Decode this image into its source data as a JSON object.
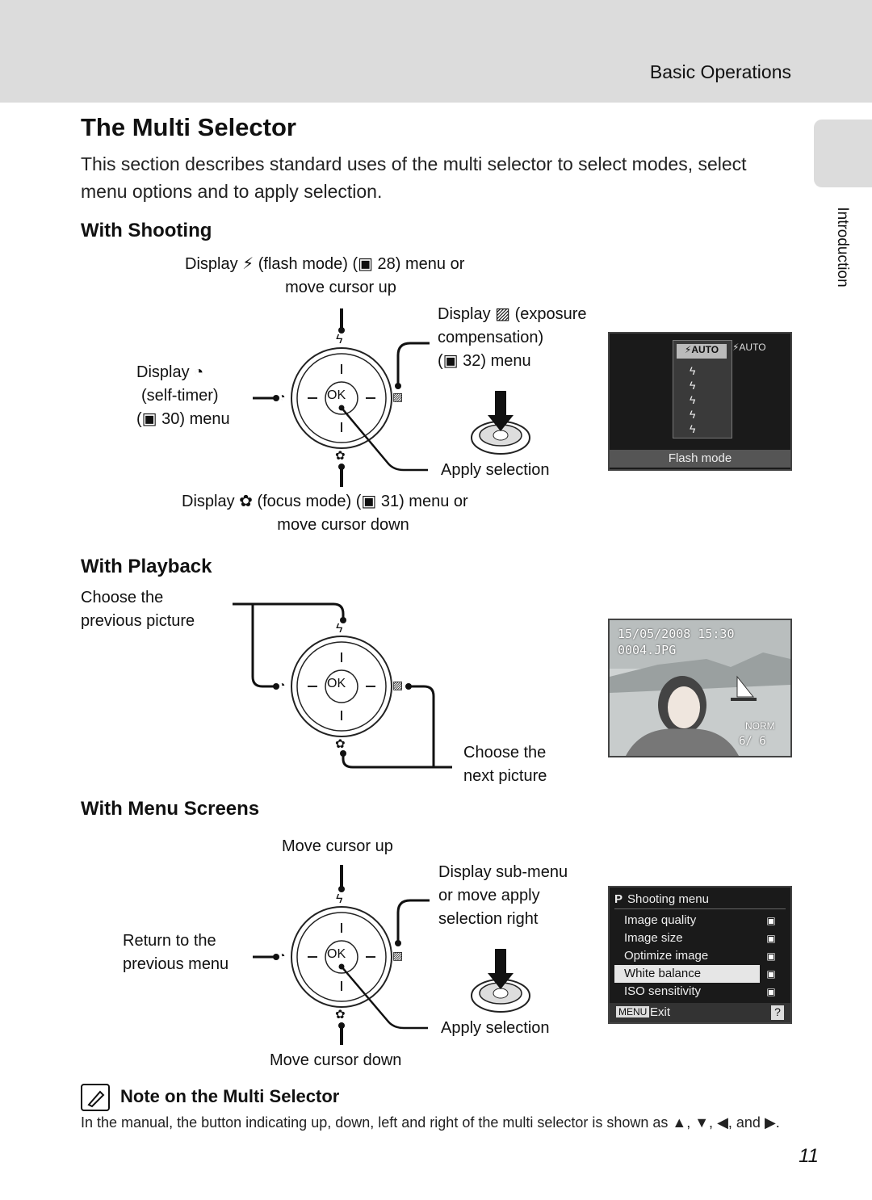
{
  "header": {
    "section": "Basic Operations",
    "side_tab": "Introduction"
  },
  "title": "The Multi Selector",
  "intro": "This section describes standard uses of the multi selector to select modes, select menu options and to apply selection.",
  "shooting": {
    "heading": "With Shooting",
    "top_line1": "Display ⚡ (flash mode) (▣ 28) menu or",
    "top_line2": "move cursor up",
    "right_line1": "Display ▨ (exposure",
    "right_line2": "compensation)",
    "right_line3": "(▣ 32) menu",
    "left_line1": "Display ◔",
    "left_line2": "(self-timer)",
    "left_line3": "(▣ 30) menu",
    "apply": "Apply selection",
    "bottom_line1": "Display ✿ (focus mode) (▣ 31) menu or",
    "bottom_line2": "move cursor down",
    "screen_label": "Flash mode",
    "screen_icon_auto": "⚡AUTO"
  },
  "playback": {
    "heading": "With Playback",
    "prev_line1": "Choose the",
    "prev_line2": "previous picture",
    "next_line1": "Choose the",
    "next_line2": "next picture",
    "screen_date": "15/05/2008 15:30",
    "screen_file": "0004.JPG",
    "screen_count": "6/ 6",
    "screen_quality": "NORM"
  },
  "menu": {
    "heading": "With Menu Screens",
    "up": "Move cursor up",
    "right_line1": "Display sub-menu",
    "right_line2": "or move apply",
    "right_line3": "selection right",
    "left_line1": "Return to the",
    "left_line2": "previous menu",
    "apply": "Apply selection",
    "down": "Move cursor down",
    "screen_title": "Shooting menu",
    "screen_items": [
      "Image quality",
      "Image size",
      "Optimize image",
      "White balance",
      "ISO sensitivity"
    ],
    "screen_exit": "Exit",
    "screen_menu_key": "MENU",
    "screen_help": "?"
  },
  "selector": {
    "ok": "OK"
  },
  "note": {
    "title": "Note on the Multi Selector",
    "text": "In the manual, the button indicating up, down, left and right of the multi selector is shown as ▲, ▼, ◀, and ▶."
  },
  "page_number": "11",
  "colors": {
    "header_gray": "#dcdcdc",
    "lcd_dark": "#1a1a1a",
    "selected_row": "#e6e6e6"
  },
  "icons": [
    "flash-icon",
    "self-timer-icon",
    "exposure-icon",
    "macro-icon",
    "book-reference-icon",
    "note-pencil-icon"
  ]
}
